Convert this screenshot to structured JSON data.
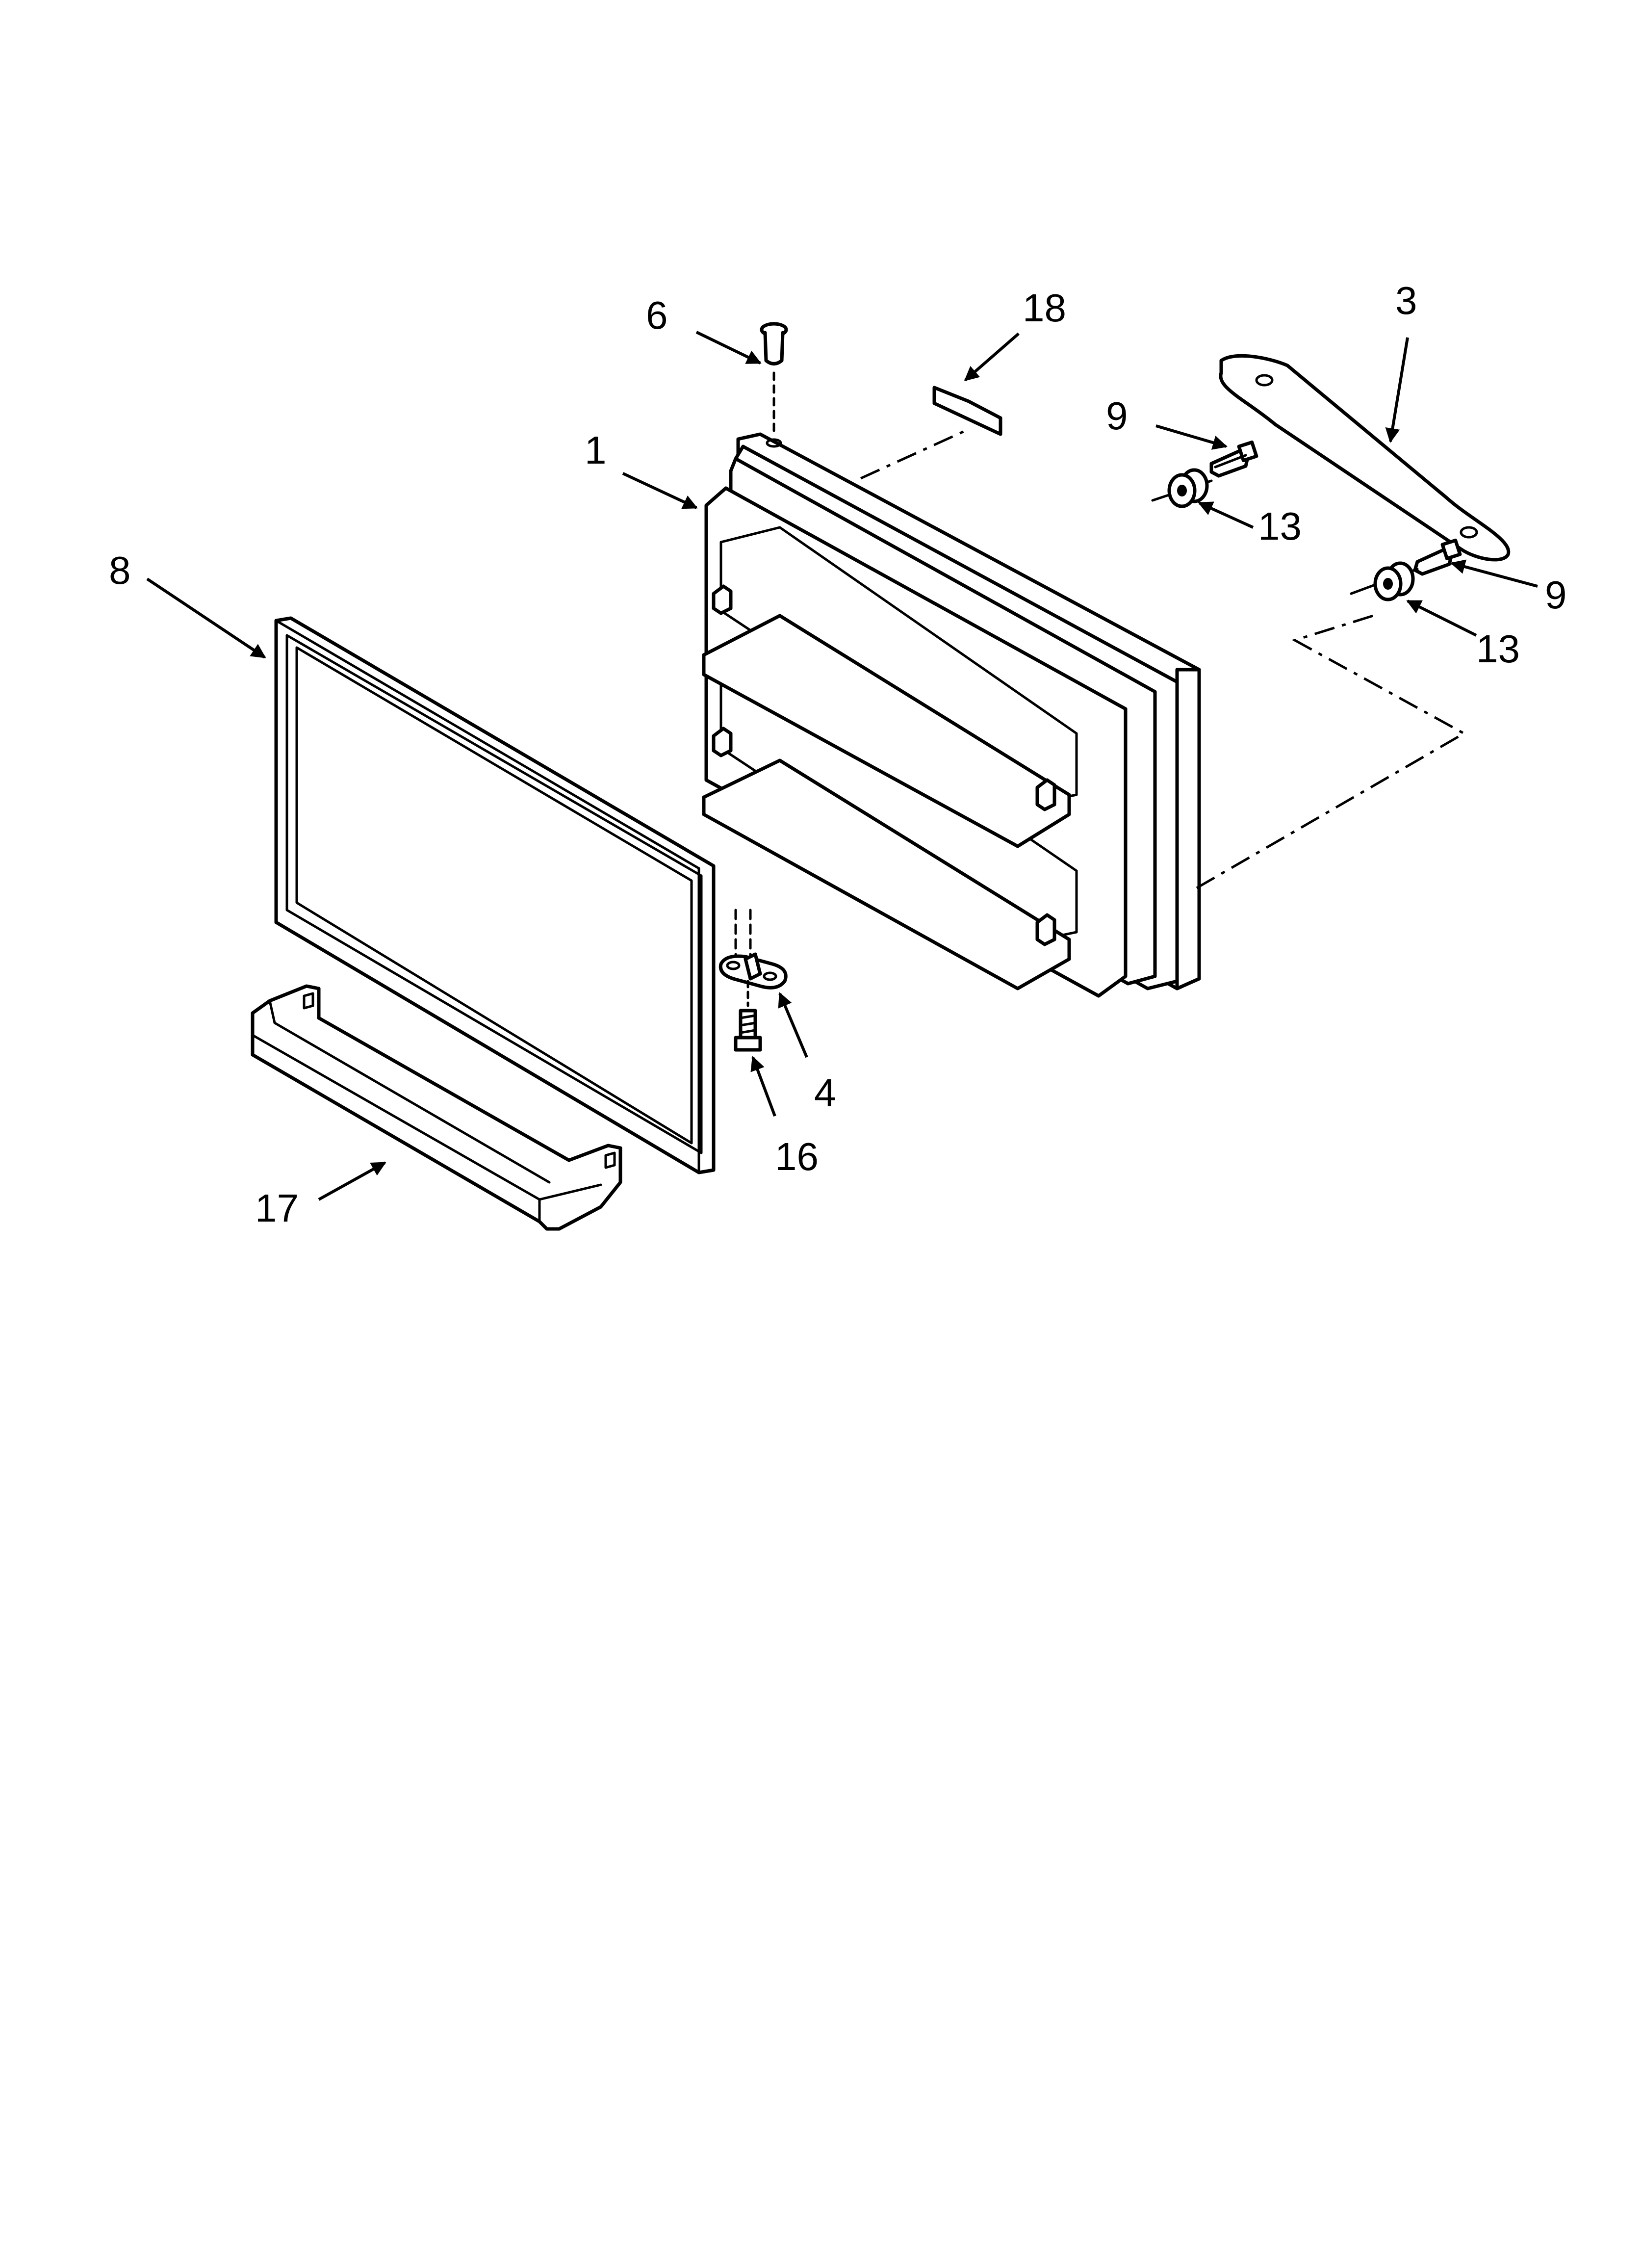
{
  "diagram": {
    "callouts": [
      "6",
      "18",
      "3",
      "9",
      "1",
      "13",
      "8",
      "9",
      "13",
      "4",
      "16",
      "17"
    ],
    "colors": {
      "line": "#000000",
      "background": "#ffffff"
    }
  }
}
